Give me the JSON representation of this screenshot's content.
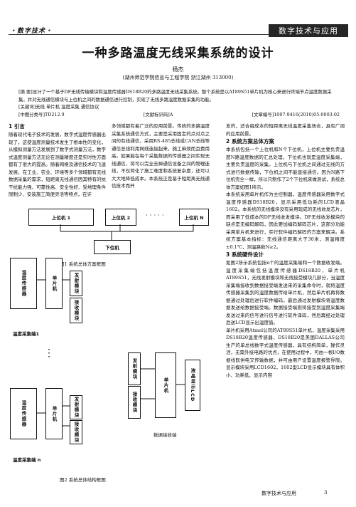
{
  "header": {
    "column": "・数字技术・",
    "banner": "数字技术与应用"
  },
  "title": "一种多路温度无线采集系统的设计",
  "author": "杨杰",
  "affiliation": "(湖州师范学院信息与工程学院 浙江湖州 313000)",
  "abstract": "[摘 要]设计了一个基于DF无线传输模块和温度传感器DS18B20的多路温度无线采集系统。整个系统是以AT89S51单片机为核心来进行终端节点温度数据采集，并对无线通信模块与上位机之间的数据通信进行控制，实现了无线多路温度数据采集的功能。",
  "keywords": "[关键词]无线 单片机 温度采集 通信协议",
  "clc": "[中图分类号]TD212.9",
  "doc_code": "[文献标识码]A",
  "article_no": "[文章编号]1007-9416(2010)05-0003-02",
  "sections": {
    "s1": "1 引言",
    "s2": "2 系统方案总体方案",
    "s3": "3 系统硬件设计"
  },
  "col1_text": "随着现代电子技术的发展，数字式温度传感器出现了，这使温度测量技术发生了根本性的变化，从模拟测量方法发展到了数字式测量方法，数字式温度测量方法无论在测量精度还是实时性方面都有了很大的提高。随着网络及通信技术的飞速发展，在工业、农业、环境等多个领域都有无线数据采集的需求，短距离无线通信因其特有的抗干扰能力强、可靠性高、安全性好、受地理条件限制少、安装施工简便灵活等特点，在许",
  "col2_text": "多领域都有着广泛的应用前景。传统的多路温度采集系统通信方式，主要是采用固定的点对点之间的有线通信，采用RS-485总线或CAN总线等通信总线利用网线连接起来，施工麻烦而且费用高。如果能在每个采集数据的传感器之间实现无线通信，将可以完全去掉通信设备之间的物理连线，不仅简化了施工难度和系统复杂度，还可以大大地降低成本。本系统正是基于短距离无线通信技术而开",
  "col3_text": "发的，适合组成本的短距离无线温度采集场合，具有广阔的应用前景。",
  "col3_s2_text": "本系统包括一个上位机和N个下位机，上位机主要负责温度N路温度数据的汇总处理，下位机也就是温度采集端，主要负责温度的采集。上位机与下位机之间通过无线的方式进行数据传输，下位机之间不能直接通信。因为N路下位机完全一样，所以只制作了2个下位机来做测试，系统总体方案如图1所示。",
  "col3_b_text": "本系统采用单片机作为主控制器，温度传感器采用数字式温度传感器DS18B20，显示采用低功耗的LCD液晶1602。本系统的无线模块没有采用现成的无线收发芯片，而采用了低成本的DF无线收发模块。DF无线收发模块的缺点是无编码解码，因此要加编码解码芯片，这部分功能采用单片机来进行，实行软件编码解码的方案来解决。系统方案基本指标：无线通信距离大于30米，测温精度±0.1℃，测温路数N≥2。",
  "col3_s3_text": "如图2所示系统包括n个的温度采集端和一个数据收发端。温度采集端包括温度传感器DS18B20，单片机AT89S51，无线发射模块和无线接受模块几部分，当温度采集端接收到数据接受端发送来的采集命令时，就将温度传感器采集到的温度数据传给单片机，然后单片机再将数据通过处理后进行软件编码，最后通过发射模块将温度数据发送给数据接受端。数据接受端则将接受到温度采集端发送过来的信号进行信号进行软件译码，然后再经过处理后送LCD显示出温度值。",
  "col3_c_text": "单片机采用Atmel公司的AT89S51单片机，温度采集采用DS18B20温度传感器，DS18B20是美国DALLAS公司生产的单总线数字式温度传感器，具有结构简单，操作灵活，无需外接电路的优点，在使用过程中，可由一根I/O数据线既供电又传输数据，并可由用户设置温度报警界限。显示模块采用LCD1602，1602型LCD显示模块具有体积小、功耗低、显示内容",
  "fig1": {
    "upper1": "上位机 1",
    "upper2": "上位机 2",
    "dots": "· · · · ·",
    "upperN": "上位机 N",
    "lower": "下位机",
    "caption": "图1 系统总体方案框图"
  },
  "fig2": {
    "sensor": "温度传感器",
    "mcu": "单片机",
    "tx": "发射模块",
    "rx": "接收模块",
    "node1": "温度采集端1",
    "nodeN": "温度采集端 n",
    "tx2": "发射模块",
    "rx2": "接收模块",
    "mcu2": "单片机",
    "lcd": "液晶显示LCD",
    "recv": "数据接收端",
    "caption": "图2 系统总体结构框图",
    "vdots": "⋮"
  },
  "footer": {
    "journal": "数字技术与应用",
    "page": "3"
  }
}
